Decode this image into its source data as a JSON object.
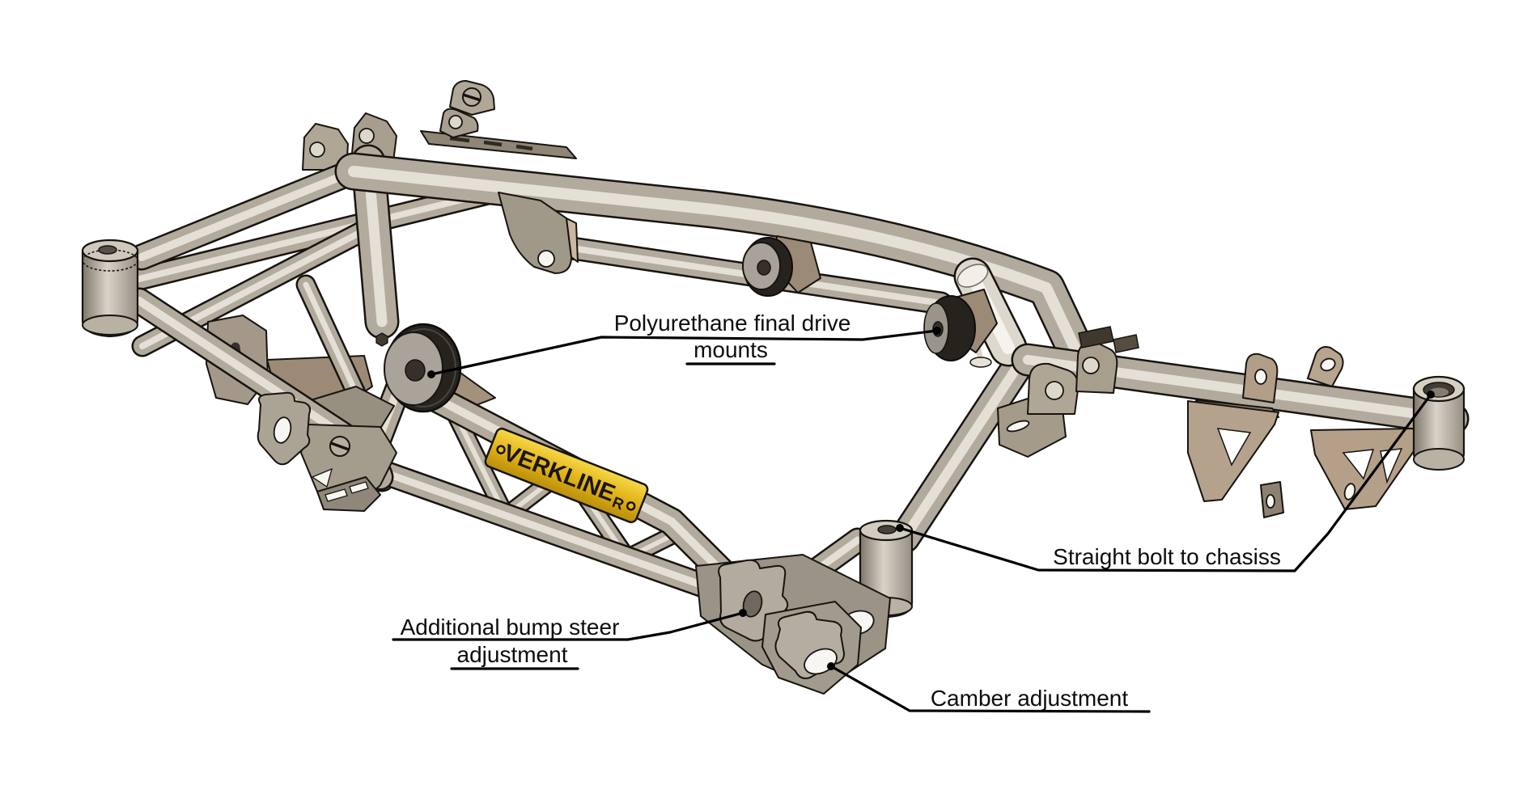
{
  "illustration": {
    "background": "#ffffff"
  },
  "annotations": {
    "final_drive_mounts": {
      "line1": "Polyurethane final drive",
      "line2": "mounts"
    },
    "straight_bolt": {
      "text": "Straight bolt to chasiss"
    },
    "bump_steer": {
      "line1": "Additional bump steer",
      "line2": "adjustment"
    },
    "camber": {
      "text": "Camber adjustment"
    }
  },
  "logo_plate": {
    "text": "VERKLINE",
    "mark": "R"
  },
  "colors": {
    "background": "#ffffff",
    "tube_metal": "#b2aa9c",
    "tube_highlight": "#e9e5db",
    "outline": "#17140f",
    "bracket_tan": "#b5a28c",
    "bracket_grey": "#a0988a",
    "bushing_rubber_dark": "#26231f",
    "plate_yellow": "#e7bc13",
    "label_text": "#0d0d0d",
    "leader": "#000000"
  }
}
